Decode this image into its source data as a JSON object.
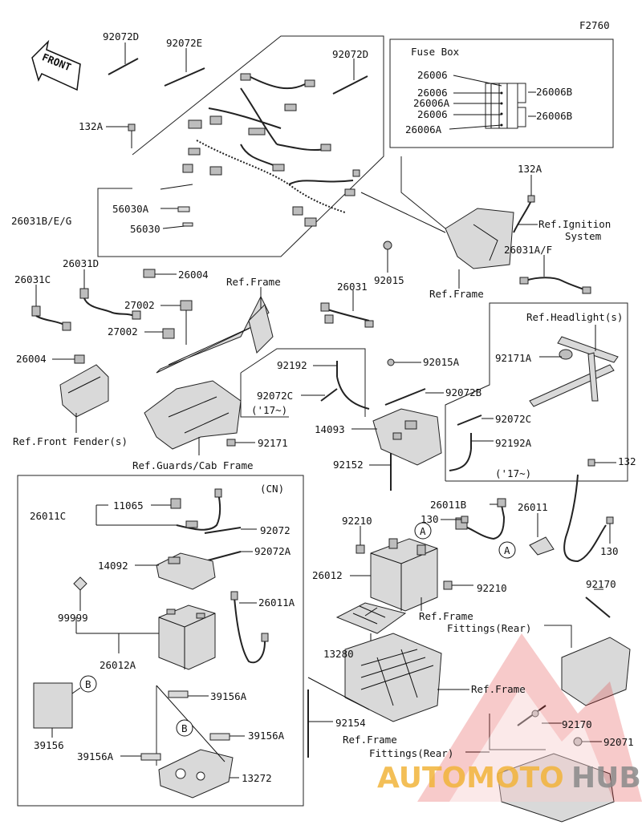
{
  "figure_id": "F2760",
  "front_label": "FRONT",
  "fuse_box": {
    "title": "Fuse Box"
  },
  "cn_box": {
    "title": "(CN)"
  },
  "callouts": {
    "A": "A",
    "B": "B"
  },
  "watermark": {
    "part1": "AUTOMOTO",
    "part2": "HUB"
  },
  "labels": [
    {
      "id": "lbl-92072D-left",
      "text": "92072D"
    },
    {
      "id": "lbl-92072E",
      "text": "92072E"
    },
    {
      "id": "lbl-92072D-right",
      "text": "92072D"
    },
    {
      "id": "lbl-132A-left",
      "text": "132A"
    },
    {
      "id": "lbl-26006-1",
      "text": "26006"
    },
    {
      "id": "lbl-26006-2",
      "text": "26006"
    },
    {
      "id": "lbl-26006A-1",
      "text": "26006A"
    },
    {
      "id": "lbl-26006-3",
      "text": "26006"
    },
    {
      "id": "lbl-26006A-2",
      "text": "26006A"
    },
    {
      "id": "lbl-26006B-1",
      "text": "26006B"
    },
    {
      "id": "lbl-26006B-2",
      "text": "26006B"
    },
    {
      "id": "lbl-132A-right",
      "text": "132A"
    },
    {
      "id": "lbl-ref-ignition",
      "text": "Ref.Ignition"
    },
    {
      "id": "lbl-system",
      "text": "System"
    },
    {
      "id": "lbl-56030A",
      "text": "56030A"
    },
    {
      "id": "lbl-26031BEG",
      "text": "26031B/E/G"
    },
    {
      "id": "lbl-56030",
      "text": "56030"
    },
    {
      "id": "lbl-26031AF",
      "text": "26031A/F"
    },
    {
      "id": "lbl-92015",
      "text": "92015"
    },
    {
      "id": "lbl-26004-upper",
      "text": "26004"
    },
    {
      "id": "lbl-26031D",
      "text": "26031D"
    },
    {
      "id": "lbl-26031C",
      "text": "26031C"
    },
    {
      "id": "lbl-ref-frame-upper",
      "text": "Ref.Frame"
    },
    {
      "id": "lbl-26031",
      "text": "26031"
    },
    {
      "id": "lbl-ref-frame-right",
      "text": "Ref.Frame"
    },
    {
      "id": "lbl-27002-upper",
      "text": "27002"
    },
    {
      "id": "lbl-ref-headlight",
      "text": "Ref.Headlight(s)"
    },
    {
      "id": "lbl-27002-lower",
      "text": "27002"
    },
    {
      "id": "lbl-92171A",
      "text": "92171A"
    },
    {
      "id": "lbl-26004-left",
      "text": "26004"
    },
    {
      "id": "lbl-92192",
      "text": "92192"
    },
    {
      "id": "lbl-92015A",
      "text": "92015A"
    },
    {
      "id": "lbl-92072C-left",
      "text": "92072C"
    },
    {
      "id": "lbl-17-left",
      "text": "('17~)"
    },
    {
      "id": "lbl-92072B",
      "text": "92072B"
    },
    {
      "id": "lbl-92072C-right",
      "text": "92072C"
    },
    {
      "id": "lbl-14093",
      "text": "14093"
    },
    {
      "id": "lbl-ref-front-fender",
      "text": "Ref.Front Fender(s)"
    },
    {
      "id": "lbl-92192A",
      "text": "92192A"
    },
    {
      "id": "lbl-92171",
      "text": "92171"
    },
    {
      "id": "lbl-ref-guards",
      "text": "Ref.Guards/Cab Frame"
    },
    {
      "id": "lbl-92152",
      "text": "92152"
    },
    {
      "id": "lbl-17-right",
      "text": "('17~)"
    },
    {
      "id": "lbl-132",
      "text": "132"
    },
    {
      "id": "lbl-11065",
      "text": "11065"
    },
    {
      "id": "lbl-26011C",
      "text": "26011C"
    },
    {
      "id": "lbl-26011B",
      "text": "26011B"
    },
    {
      "id": "lbl-26011",
      "text": "26011"
    },
    {
      "id": "lbl-92210-upper",
      "text": "92210"
    },
    {
      "id": "lbl-130-left",
      "text": "130"
    },
    {
      "id": "lbl-92072",
      "text": "92072"
    },
    {
      "id": "lbl-130-right",
      "text": "130"
    },
    {
      "id": "lbl-92072A",
      "text": "92072A"
    },
    {
      "id": "lbl-14092",
      "text": "14092"
    },
    {
      "id": "lbl-26012",
      "text": "26012"
    },
    {
      "id": "lbl-92210-lower",
      "text": "92210"
    },
    {
      "id": "lbl-26011A",
      "text": "26011A"
    },
    {
      "id": "lbl-92170-upper",
      "text": "92170"
    },
    {
      "id": "lbl-ref-frame-battery",
      "text": "Ref.Frame"
    },
    {
      "id": "lbl-99999",
      "text": "99999"
    },
    {
      "id": "lbl-fittings-rear-upper",
      "text": "Fittings(Rear)"
    },
    {
      "id": "lbl-13280",
      "text": "13280"
    },
    {
      "id": "lbl-26012A",
      "text": "26012A"
    },
    {
      "id": "lbl-ref-frame-lower",
      "text": "Ref.Frame"
    },
    {
      "id": "lbl-39156A-upper",
      "text": "39156A"
    },
    {
      "id": "lbl-92154",
      "text": "92154"
    },
    {
      "id": "lbl-92170-lower",
      "text": "92170"
    },
    {
      "id": "lbl-39156",
      "text": "39156"
    },
    {
      "id": "lbl-39156A-right",
      "text": "39156A"
    },
    {
      "id": "lbl-ref-frame-fittings",
      "text": "Ref.Frame"
    },
    {
      "id": "lbl-92071",
      "text": "92071"
    },
    {
      "id": "lbl-fittings-rear-lower",
      "text": "Fittings(Rear)"
    },
    {
      "id": "lbl-39156A-left",
      "text": "39156A"
    },
    {
      "id": "lbl-13272",
      "text": "13272"
    }
  ]
}
